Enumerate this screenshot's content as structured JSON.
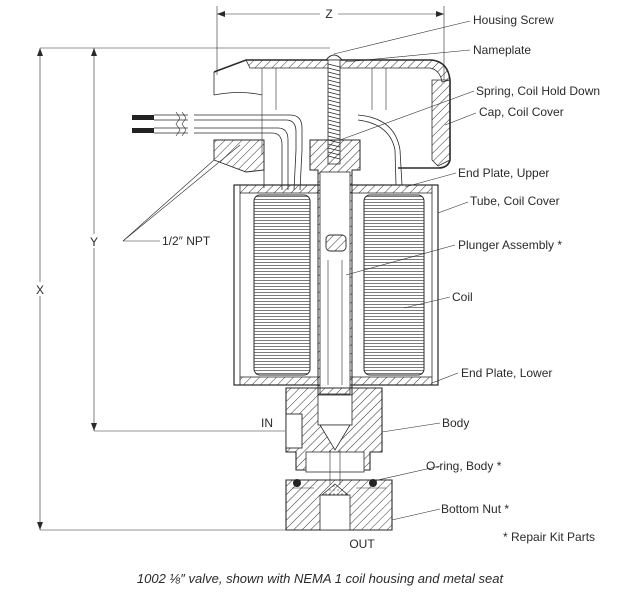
{
  "dimensions": {
    "z": "Z",
    "x": "X",
    "y": "Y"
  },
  "ports": {
    "in": "IN",
    "out": "OUT"
  },
  "npt_label": "1/2″ NPT",
  "callouts": {
    "housing_screw": "Housing Screw",
    "nameplate": "Nameplate",
    "spring_coil_hold_down": "Spring, Coil Hold Down",
    "cap_coil_cover": "Cap, Coil Cover",
    "end_plate_upper": "End Plate, Upper",
    "tube_coil_cover": "Tube, Coil Cover",
    "plunger_assembly": "Plunger Assembly *",
    "coil": "Coil",
    "end_plate_lower": "End Plate, Lower",
    "body": "Body",
    "o_ring_body": "O-ring, Body *",
    "bottom_nut": "Bottom Nut *"
  },
  "footnote": "* Repair Kit Parts",
  "caption": "1002 ⅛″ valve, shown with NEMA 1 coil housing and metal seat"
}
